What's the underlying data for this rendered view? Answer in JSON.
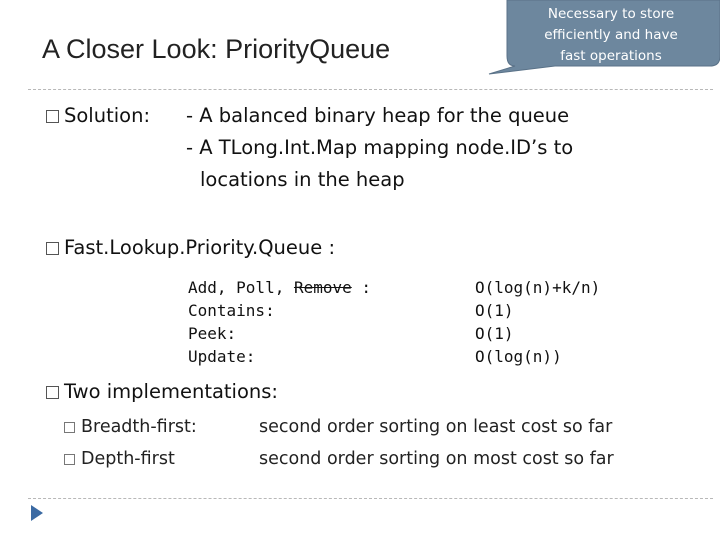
{
  "slide": {
    "title": "A Closer Look: PriorityQueue",
    "callout": {
      "lines": [
        "Necessary to store",
        "efficiently and have",
        "fast operations"
      ],
      "fill": "#6d879e"
    },
    "solution": {
      "label": "Solution:",
      "lines": [
        "- A balanced binary heap for the queue",
        "- A TLong.Int.Map mapping node.ID’s to",
        "locations in the heap"
      ]
    },
    "fastlookup": {
      "label": "Fast.Lookup.Priority.Queue :",
      "ops": [
        {
          "pre": "Add, Poll, ",
          "strike": "Remove",
          "post": " :",
          "cost": "O(log(n)+k/n)"
        },
        {
          "pre": "Contains:",
          "strike": "",
          "post": "",
          "cost": "O(1)"
        },
        {
          "pre": "Peek:",
          "strike": "",
          "post": "",
          "cost": "O(1)"
        },
        {
          "pre": "Update:",
          "strike": "",
          "post": "",
          "cost": "O(log(n))"
        }
      ]
    },
    "implementations": {
      "label": "Two implementations:",
      "items": [
        {
          "name": "Breadth-first:",
          "desc": "second order sorting on least cost so far"
        },
        {
          "name": "Depth-first",
          "desc": "second order sorting on most cost so far"
        }
      ]
    },
    "colors": {
      "accent": "#2f5f9c",
      "rule": "#b8b8b8"
    }
  }
}
